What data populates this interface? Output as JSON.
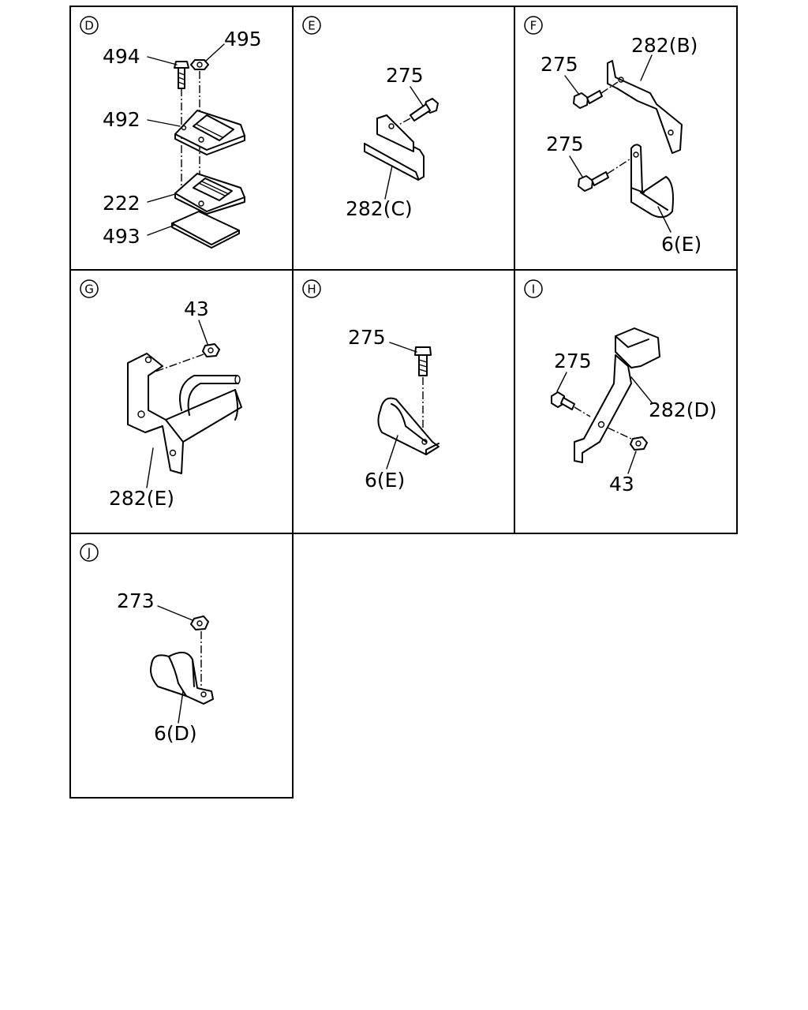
{
  "panels": [
    {
      "id": "D",
      "callouts": [
        {
          "id": "c494",
          "text": "494"
        },
        {
          "id": "c495",
          "text": "495"
        },
        {
          "id": "c492",
          "text": "492"
        },
        {
          "id": "c222",
          "text": "222"
        },
        {
          "id": "c493",
          "text": "493"
        }
      ]
    },
    {
      "id": "E",
      "callouts": [
        {
          "id": "c275",
          "text": "275"
        },
        {
          "id": "c282c",
          "text": "282(C)"
        }
      ]
    },
    {
      "id": "F",
      "callouts": [
        {
          "id": "c282b",
          "text": "282(B)"
        },
        {
          "id": "c275a",
          "text": "275"
        },
        {
          "id": "c275b",
          "text": "275"
        },
        {
          "id": "c6e",
          "text": "6(E)"
        }
      ]
    },
    {
      "id": "G",
      "callouts": [
        {
          "id": "c43",
          "text": "43"
        },
        {
          "id": "c282e",
          "text": "282(E)"
        }
      ]
    },
    {
      "id": "H",
      "callouts": [
        {
          "id": "c275",
          "text": "275"
        },
        {
          "id": "c6e",
          "text": "6(E)"
        }
      ]
    },
    {
      "id": "I",
      "callouts": [
        {
          "id": "c275",
          "text": "275"
        },
        {
          "id": "c282d",
          "text": "282(D)"
        },
        {
          "id": "c43",
          "text": "43"
        }
      ]
    },
    {
      "id": "J",
      "callouts": [
        {
          "id": "c273",
          "text": "273"
        },
        {
          "id": "c6d",
          "text": "6(D)"
        }
      ]
    }
  ]
}
